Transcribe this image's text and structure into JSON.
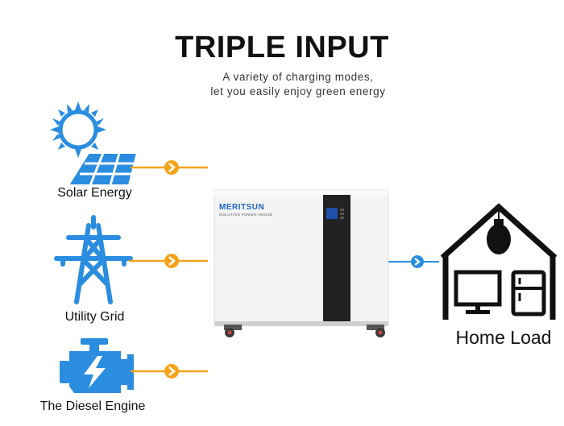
{
  "header": {
    "title": "TRIPLE INPUT",
    "subtitle_line1": "A variety of charging modes,",
    "subtitle_line2": "let you easily enjoy green energy"
  },
  "inputs": [
    {
      "label": "Solar Energy",
      "icon": "solar-panel-icon"
    },
    {
      "label": "Utility Grid",
      "icon": "power-tower-icon"
    },
    {
      "label": "The Diesel Engine",
      "icon": "engine-icon"
    }
  ],
  "device": {
    "brand": "MERITSUN",
    "tagline": "SOLUTION POWER HOUSE"
  },
  "output": {
    "label": "Home Load",
    "icon": "house-icon"
  },
  "colors": {
    "accent_orange": "#f5a31a",
    "icon_blue": "#2a8de0",
    "output_blue": "#2a8de0",
    "house_black": "#111111"
  }
}
